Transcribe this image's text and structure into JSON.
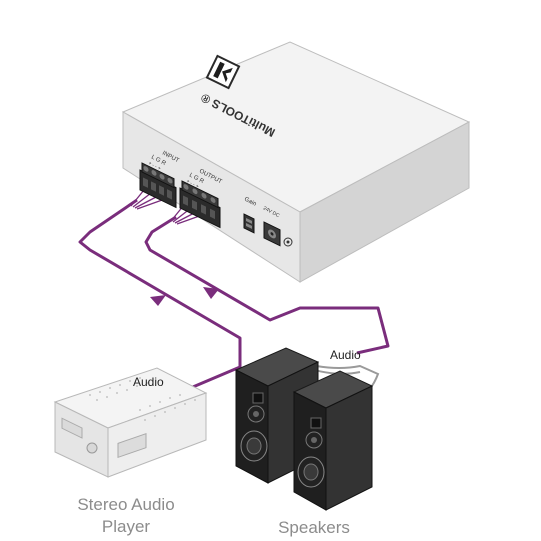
{
  "device": {
    "brand_text": "MultiTOOLS ®",
    "input_label": "INPUT",
    "input_pins": "L    G    R",
    "input_signs": "+  -  -  +",
    "output_label": "OUTPUT",
    "output_pins": "L    G    R",
    "output_signs": "+  -  -  +",
    "gain_label": "Gain",
    "power_label": "24V DC"
  },
  "connections": {
    "player_cable_label": "Audio",
    "speaker_cable_label": "Audio"
  },
  "captions": {
    "player_line1": "Stereo Audio",
    "player_line2": "Player",
    "speakers": "Speakers"
  },
  "colors": {
    "cable": "#7a2d7c",
    "device_body": "#efefef",
    "speaker_body": "#2e2e2e",
    "caption": "#8c8c8c"
  }
}
